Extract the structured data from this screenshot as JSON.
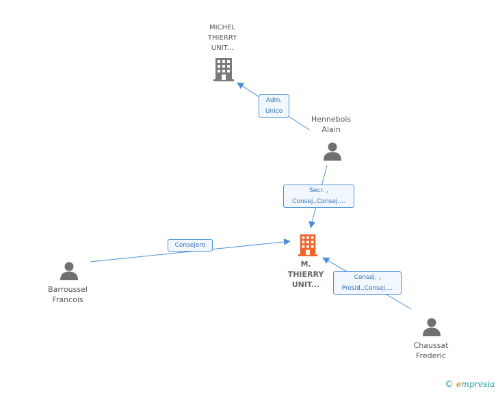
{
  "nodes": {
    "michel": {
      "lines": [
        "MICHEL",
        "THIERRY",
        "UNIT..."
      ]
    },
    "main": {
      "lines": [
        "M.",
        "THIERRY",
        "UNIT..."
      ]
    },
    "hennebois": {
      "lines": [
        "Hennebois",
        "Alain"
      ]
    },
    "barroussel": {
      "lines": [
        "Barroussel",
        "Francois"
      ]
    },
    "chaussat": {
      "lines": [
        "Chaussat",
        "Frederic"
      ]
    }
  },
  "edges": {
    "adm": {
      "lines": [
        "Adm.",
        "Unico"
      ]
    },
    "secr": {
      "lines": [
        "Secr. ,",
        "Consej.,Consej...."
      ]
    },
    "consejero": {
      "lines": [
        "Consejero"
      ]
    },
    "consej": {
      "lines": [
        "Consej. ,",
        "Presid.,Consej...."
      ]
    }
  },
  "brand": {
    "copyright": "©",
    "e": "e",
    "rest": "mpresia"
  },
  "colors": {
    "edge": "#4a90d9",
    "company_gray": "#7a7a7a",
    "company_main": "#f0642c",
    "person": "#707070"
  }
}
